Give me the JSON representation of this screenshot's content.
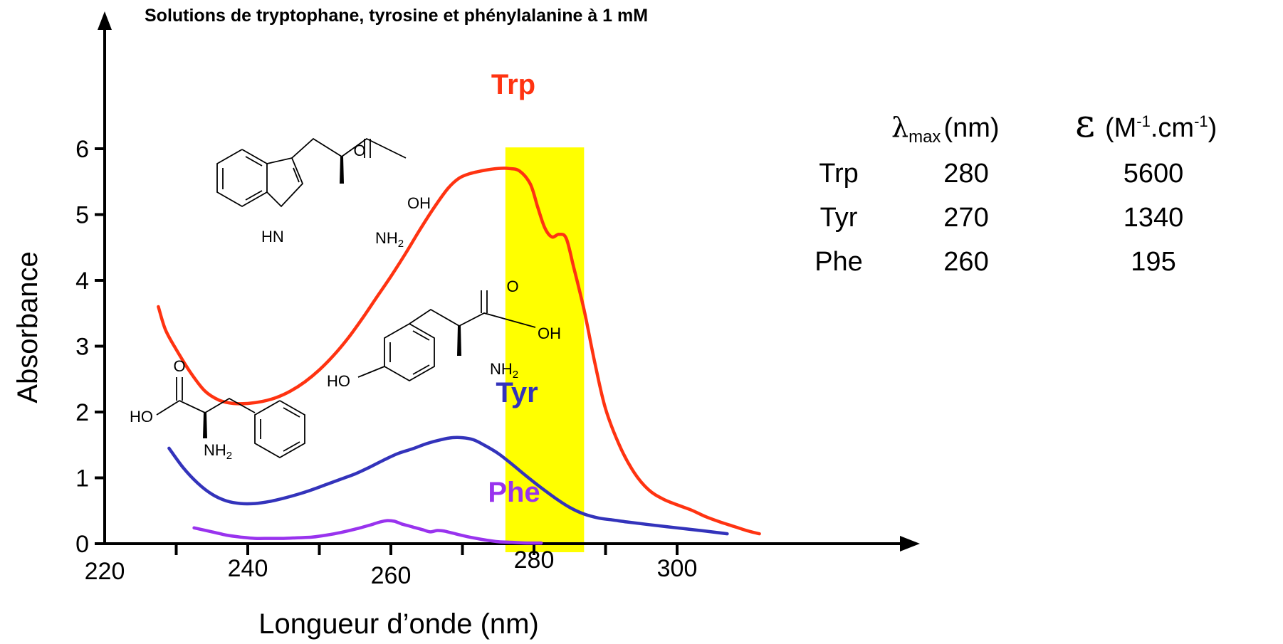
{
  "chart_data": {
    "type": "line",
    "title": "Solutions de tryptophane, tyrosine et phénylalanine à 1 mM",
    "xlabel": "Longueur d’onde (nm)",
    "ylabel": "Absorbance",
    "xlim": [
      220,
      316
    ],
    "ylim": [
      0,
      6.6
    ],
    "x_ticks": [
      220,
      240,
      260,
      280,
      300
    ],
    "y_ticks": [
      0,
      1,
      2,
      3,
      4,
      5,
      6
    ],
    "grid": false,
    "highlight_band": {
      "x_min": 276,
      "x_max": 287,
      "color": "#ffff00"
    },
    "series": [
      {
        "name": "Trp",
        "color": "#ff3311",
        "points": [
          [
            227.5,
            3.6
          ],
          [
            228.5,
            3.25
          ],
          [
            230,
            2.95
          ],
          [
            232,
            2.6
          ],
          [
            234,
            2.32
          ],
          [
            236,
            2.18
          ],
          [
            238,
            2.13
          ],
          [
            240,
            2.13
          ],
          [
            242,
            2.16
          ],
          [
            244,
            2.22
          ],
          [
            246,
            2.32
          ],
          [
            248,
            2.46
          ],
          [
            250,
            2.64
          ],
          [
            252,
            2.86
          ],
          [
            254,
            3.12
          ],
          [
            256,
            3.42
          ],
          [
            258,
            3.74
          ],
          [
            260,
            4.06
          ],
          [
            262,
            4.4
          ],
          [
            264,
            4.76
          ],
          [
            266,
            5.1
          ],
          [
            268,
            5.4
          ],
          [
            269.5,
            5.55
          ],
          [
            271,
            5.62
          ],
          [
            273,
            5.67
          ],
          [
            275,
            5.7
          ],
          [
            276.5,
            5.7
          ],
          [
            278,
            5.66
          ],
          [
            279.5,
            5.46
          ],
          [
            280.5,
            5.12
          ],
          [
            281.5,
            4.8
          ],
          [
            282.5,
            4.66
          ],
          [
            283.5,
            4.7
          ],
          [
            284.5,
            4.64
          ],
          [
            285.5,
            4.22
          ],
          [
            287,
            3.55
          ],
          [
            288.5,
            2.75
          ],
          [
            290,
            2.05
          ],
          [
            292,
            1.48
          ],
          [
            294,
            1.08
          ],
          [
            296,
            0.82
          ],
          [
            298,
            0.68
          ],
          [
            300,
            0.59
          ],
          [
            302,
            0.51
          ],
          [
            304,
            0.41
          ],
          [
            306,
            0.33
          ],
          [
            308,
            0.26
          ],
          [
            310,
            0.19
          ],
          [
            311.5,
            0.15
          ]
        ]
      },
      {
        "name": "Tyr",
        "color": "#3333bb",
        "points": [
          [
            229,
            1.45
          ],
          [
            231,
            1.15
          ],
          [
            233,
            0.92
          ],
          [
            235,
            0.75
          ],
          [
            237,
            0.65
          ],
          [
            239,
            0.61
          ],
          [
            241,
            0.61
          ],
          [
            243,
            0.64
          ],
          [
            245,
            0.69
          ],
          [
            247,
            0.75
          ],
          [
            249,
            0.82
          ],
          [
            251,
            0.9
          ],
          [
            253,
            0.98
          ],
          [
            255,
            1.06
          ],
          [
            257,
            1.16
          ],
          [
            259,
            1.27
          ],
          [
            261,
            1.37
          ],
          [
            263,
            1.44
          ],
          [
            265,
            1.52
          ],
          [
            267,
            1.58
          ],
          [
            268.5,
            1.61
          ],
          [
            270,
            1.61
          ],
          [
            271.5,
            1.58
          ],
          [
            273,
            1.5
          ],
          [
            275,
            1.37
          ],
          [
            277,
            1.2
          ],
          [
            279,
            1.02
          ],
          [
            281,
            0.85
          ],
          [
            283,
            0.69
          ],
          [
            285,
            0.55
          ],
          [
            287,
            0.45
          ],
          [
            289,
            0.39
          ],
          [
            291,
            0.36
          ],
          [
            293,
            0.33
          ],
          [
            296,
            0.29
          ],
          [
            300,
            0.24
          ],
          [
            304,
            0.19
          ],
          [
            307,
            0.15
          ]
        ]
      },
      {
        "name": "Phe",
        "color": "#9933ee",
        "points": [
          [
            232.5,
            0.24
          ],
          [
            235,
            0.18
          ],
          [
            237,
            0.13
          ],
          [
            239,
            0.1
          ],
          [
            241,
            0.08
          ],
          [
            243,
            0.08
          ],
          [
            245,
            0.08
          ],
          [
            247,
            0.09
          ],
          [
            249,
            0.1
          ],
          [
            251,
            0.13
          ],
          [
            253,
            0.17
          ],
          [
            255,
            0.22
          ],
          [
            257,
            0.28
          ],
          [
            258.5,
            0.33
          ],
          [
            259.5,
            0.35
          ],
          [
            260.5,
            0.34
          ],
          [
            261.5,
            0.3
          ],
          [
            262.5,
            0.27
          ],
          [
            263.5,
            0.24
          ],
          [
            264.5,
            0.21
          ],
          [
            265.5,
            0.18
          ],
          [
            266.5,
            0.2
          ],
          [
            267.5,
            0.19
          ],
          [
            269,
            0.15
          ],
          [
            271,
            0.1
          ],
          [
            273,
            0.06
          ],
          [
            275,
            0.03
          ],
          [
            277,
            0.02
          ],
          [
            279,
            0.01
          ],
          [
            281,
            0.01
          ]
        ]
      }
    ],
    "summary_table": {
      "col_lambda": "λ",
      "col_lambda_sub": "max",
      "col_lambda_unit": "(nm)",
      "col_eps": "ε",
      "col_eps_unit_a": "(M",
      "col_eps_sup1": "-1",
      "col_eps_unit_b": ".cm",
      "col_eps_sup2": "-1",
      "col_eps_unit_c": ")",
      "rows": [
        {
          "aa": "Trp",
          "lambda_max": "280",
          "epsilon": "5600"
        },
        {
          "aa": "Tyr",
          "lambda_max": "270",
          "epsilon": "1340"
        },
        {
          "aa": "Phe",
          "lambda_max": "260",
          "epsilon": "195"
        }
      ]
    },
    "structure_labels": {
      "trp": {
        "o": "O",
        "oh": "OH",
        "nh": "HN",
        "nh2_n": "NH",
        "nh2_sub": "2"
      },
      "tyr": {
        "o": "O",
        "oh": "OH",
        "ho": "HO",
        "nh2_n": "NH",
        "nh2_sub": "2"
      },
      "phe": {
        "o": "O",
        "ho": "HO",
        "nh2_n": "NH",
        "nh2_sub": "2"
      }
    }
  }
}
